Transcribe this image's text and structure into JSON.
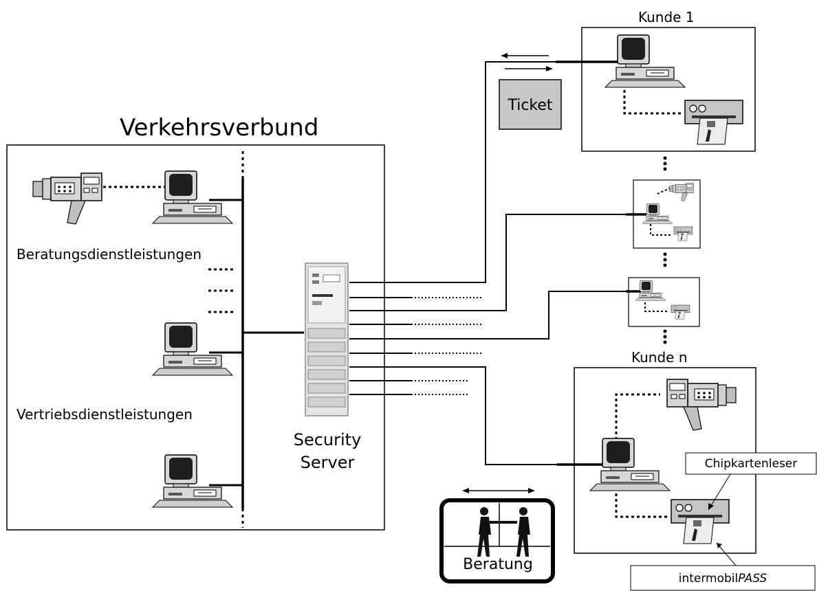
{
  "labels": {
    "verkehrsverbund": "Verkehrsverbund",
    "beratungsdienste": "Beratungsdienstleistungen",
    "vertriebsdienste": "Vertriebsdienstleistungen",
    "security_line1": "Security",
    "security_line2": "Server",
    "kunde1": "Kunde 1",
    "kunden": "Kunde n",
    "ticket": "Ticket",
    "beratung": "Beratung",
    "chipkartenleser": "Chipkartenleser",
    "pass_prefix": "intermobil",
    "pass_suffix": "PASS"
  },
  "icons": [
    "pc-icon",
    "video-camera-icon",
    "card-reader-icon",
    "server-rack-icon",
    "handshake-icon"
  ]
}
